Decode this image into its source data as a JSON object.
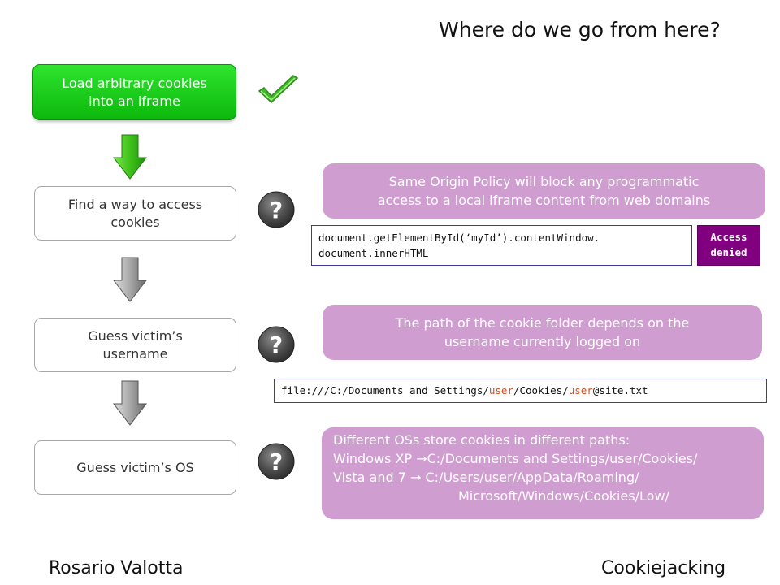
{
  "title": "Where do we go from here?",
  "steps": [
    {
      "line1": "Load arbitrary cookies",
      "line2": "into an iframe",
      "status": "done"
    },
    {
      "line1": "Find a way to access",
      "line2": "cookies",
      "status": "unknown"
    },
    {
      "line1": "Guess victim’s",
      "line2": "username",
      "status": "unknown"
    },
    {
      "line1": "Guess victim’s OS",
      "line2": "",
      "status": "unknown"
    }
  ],
  "notes": {
    "sop": {
      "line1": "Same Origin Policy will block any programmatic",
      "line2": "access to a local iframe content from web domains"
    },
    "path": {
      "line1": "The path of the cookie folder depends on the",
      "line2": "username currently logged on"
    },
    "os": {
      "line1": "Different OSs store cookies in different paths:",
      "line2_a": "Windows XP ",
      "line2_arrow": "→",
      "line2_b": "C:/Documents and Settings/user/Cookies/",
      "line3_a": "Vista and 7 ",
      "line3_arrow": "→",
      "line3_b": " C:/Users/user/AppData/Roaming/",
      "line4": "Microsoft/Windows/Cookies/Low/"
    }
  },
  "code_sop": {
    "line1": "document.getElementById(‘myId’).contentWindow.",
    "line2": "document.innerHTML"
  },
  "access_denied": {
    "line1": "Access",
    "line2": "denied"
  },
  "code_path": {
    "p1": "file:///C:/Documents and Settings/",
    "user1": "user",
    "p2": "/Cookies/",
    "user2": "user",
    "p3": "@site.txt"
  },
  "footer": {
    "author": "Rosario Valotta",
    "topic": "Cookiejacking"
  },
  "colors": {
    "done_green": "#12c712",
    "note_purple": "#cf9dcf",
    "denied_purple": "#800080",
    "highlight": "#d4501a"
  }
}
